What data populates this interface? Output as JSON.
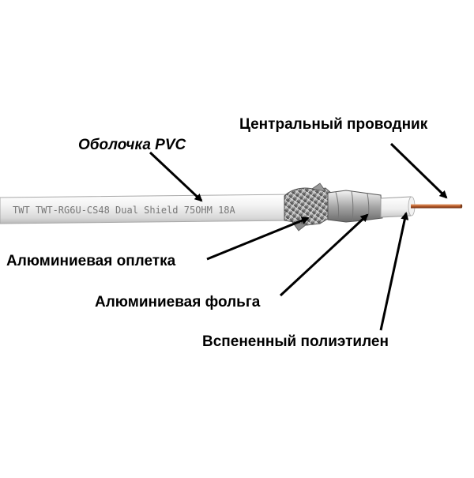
{
  "cable": {
    "print_text": "TWT TWT-RG6U-CS48 Dual Shield 75OHM 18A"
  },
  "labels": {
    "jacket": "Оболочка PVC",
    "center_conductor": "Центральный проводник",
    "aluminum_braid": "Алюминиевая оплетка",
    "aluminum_foil": "Алюминиевая фольга",
    "foam_polyethylene": "Вспененный полиэтилен"
  },
  "colors": {
    "jacket": "#f2f2f2",
    "braid": "#9a9a9a",
    "foil": "#c8c8c8",
    "dielectric": "#fafafa",
    "conductor": "#c0602a",
    "arrow": "#000000"
  }
}
